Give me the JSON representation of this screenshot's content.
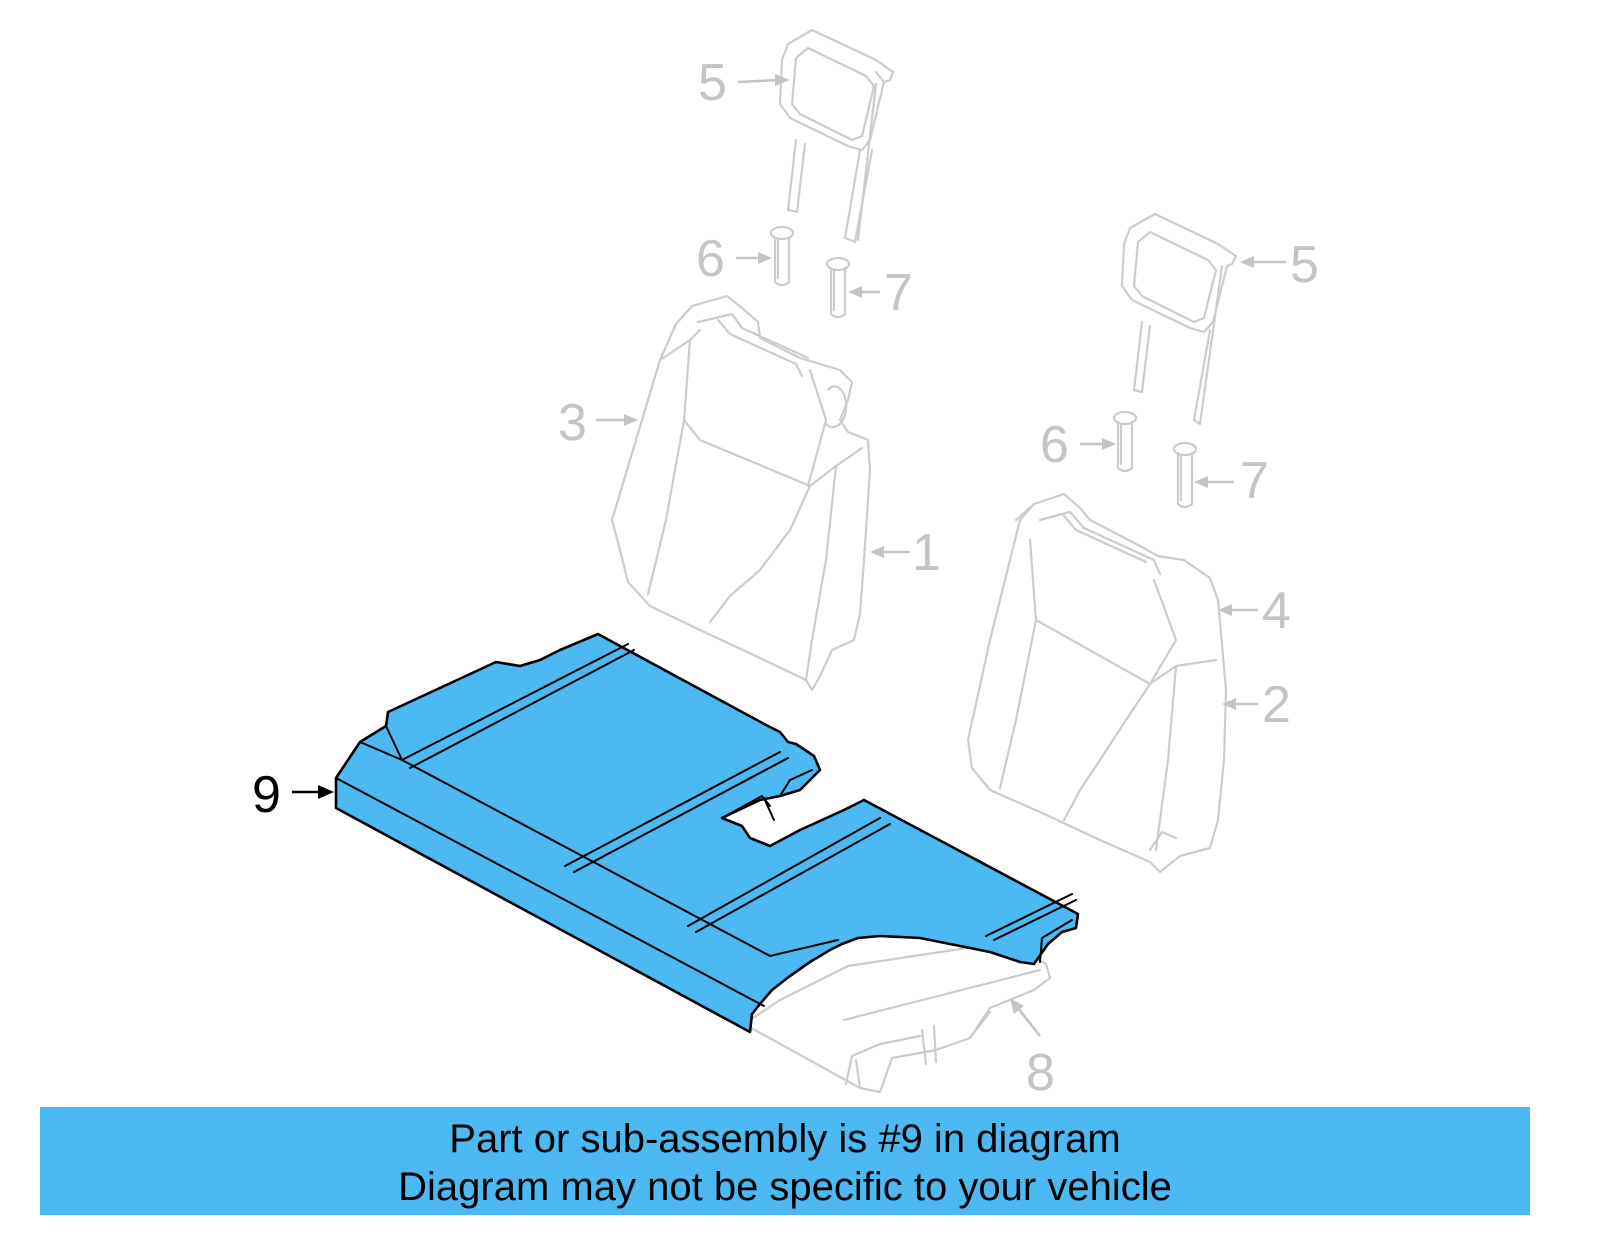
{
  "colors": {
    "highlight": "#4cb9f3",
    "ghost_stroke": "#cccccc",
    "ghost_text": "#c4c4c4",
    "outline": "#000000",
    "background": "#ffffff"
  },
  "callouts": {
    "c1": "1",
    "c2": "2",
    "c3": "3",
    "c4": "4",
    "c5_left": "5",
    "c5_right": "5",
    "c6_left": "6",
    "c6_right": "6",
    "c7_left": "7",
    "c7_right": "7",
    "c8": "8",
    "c9": "9"
  },
  "highlighted_part": "9",
  "caption": {
    "line1": "Part or sub-assembly is #9 in diagram",
    "line2": "Diagram may not be specific to your vehicle"
  }
}
